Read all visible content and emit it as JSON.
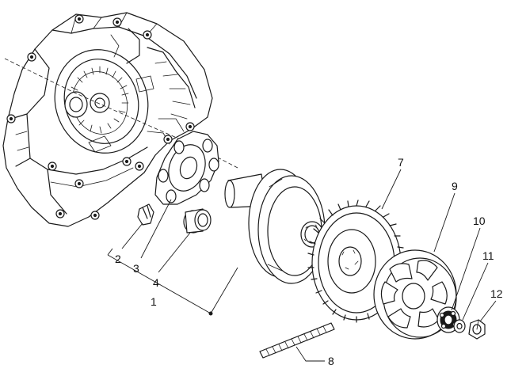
{
  "callouts": {
    "c1": "1",
    "c2": "2",
    "c3": "3",
    "c4": "4",
    "c7": "7",
    "c8": "8",
    "c9": "9",
    "c10": "10",
    "c11": "11",
    "c12": "12"
  }
}
